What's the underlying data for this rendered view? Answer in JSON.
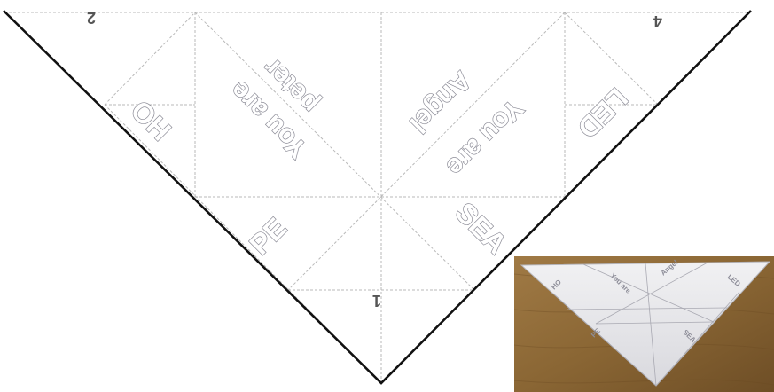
{
  "labels": {
    "peter": "peter",
    "you_are_left": "You are",
    "angel": "Angel",
    "you_are_right": "You are",
    "ho": "HO",
    "led": "LED",
    "pe": "PE",
    "sea": "SEA",
    "num_top_left": "2",
    "num_bottom": "1",
    "num_top_right": "4"
  },
  "photo": {
    "description_icon": "folded-paper-fortune-teller-photo",
    "wood_color": "#8a6634",
    "paper_color": "#e9e9eb"
  },
  "colors": {
    "edge": "#111111",
    "fold": "#b9b9b9",
    "text_outline": "#8a8a95"
  }
}
